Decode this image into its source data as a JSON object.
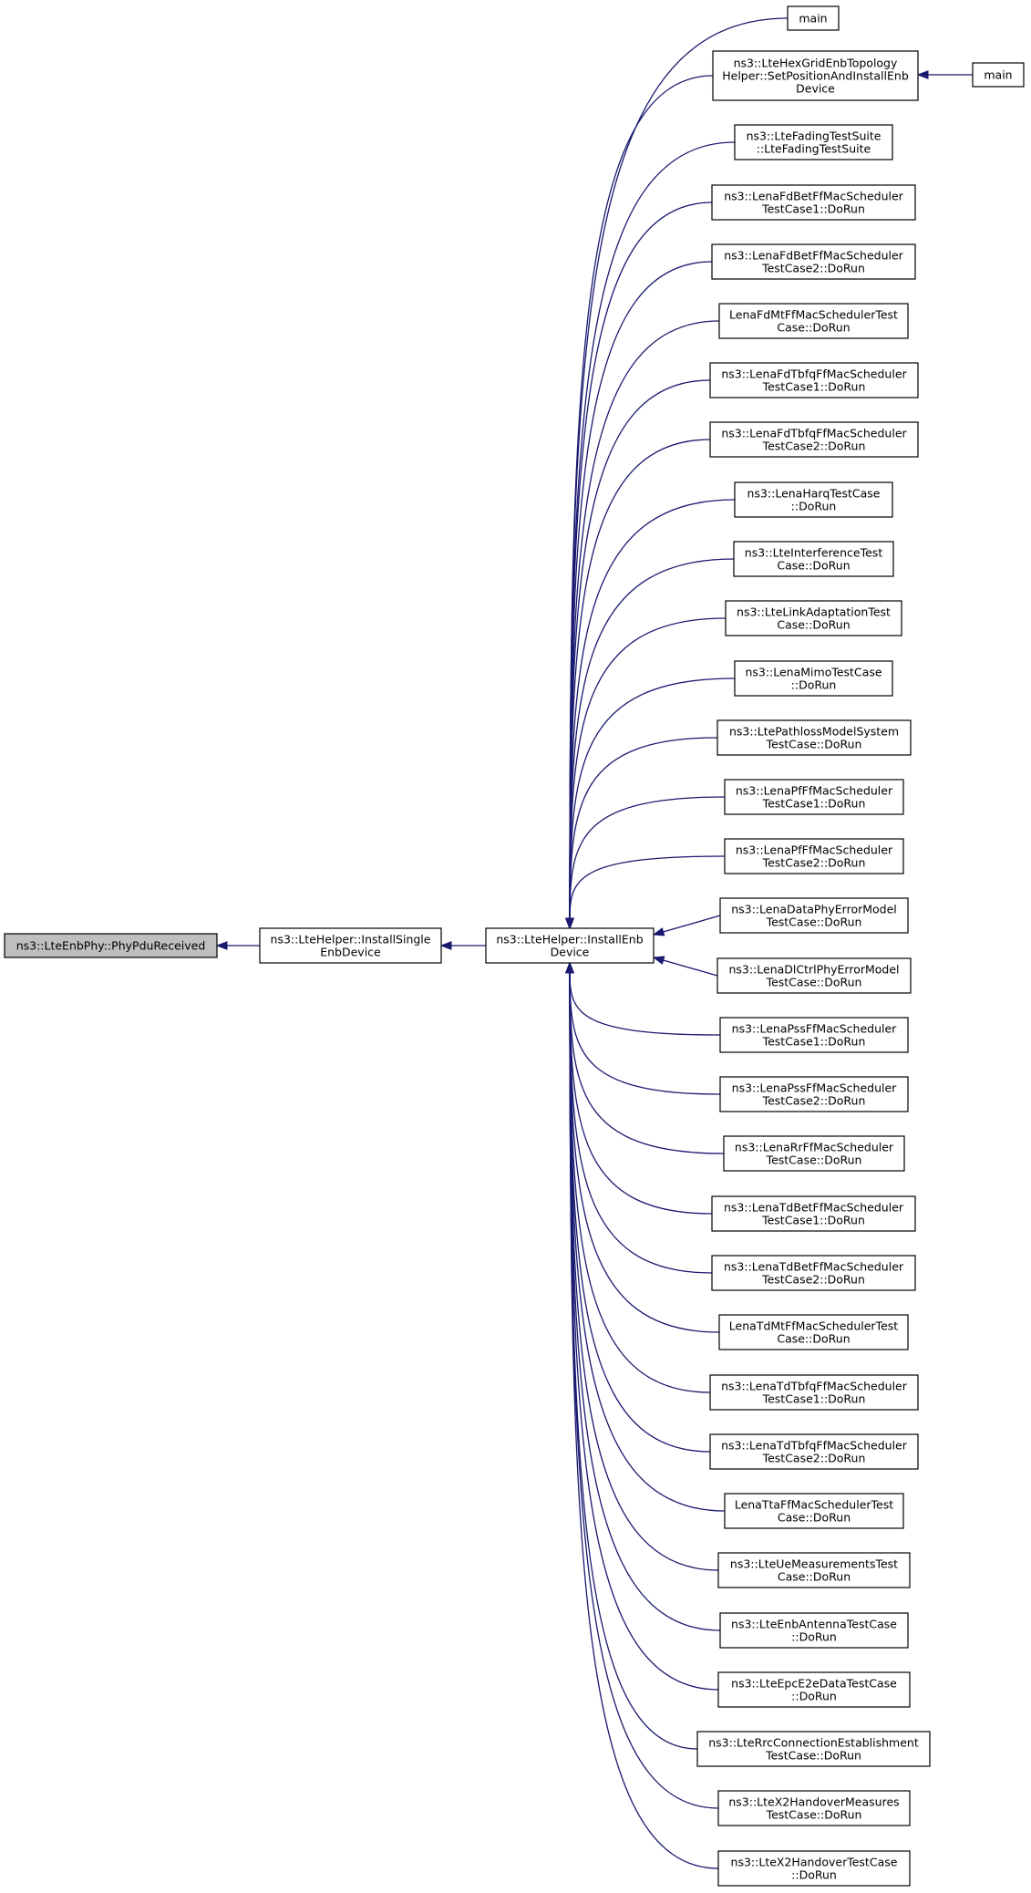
{
  "colors": {
    "edge": "#191970",
    "root_fill": "#bfbfbf",
    "node_fill": "#ffffff",
    "border": "#000000"
  },
  "diagram": {
    "root": {
      "id": "root",
      "lines": [
        "ns3::LteEnbPhy::PhyPduReceived"
      ]
    },
    "level1": {
      "id": "single",
      "lines": [
        "ns3::LteHelper::InstallSingle",
        "EnbDevice"
      ]
    },
    "level2": {
      "id": "enb",
      "lines": [
        "ns3::LteHelper::InstallEnb",
        "Device"
      ]
    },
    "callers": [
      {
        "id": "c0",
        "lines": [
          "main"
        ]
      },
      {
        "id": "c1",
        "lines": [
          "ns3::LteHexGridEnbTopology",
          "Helper::SetPositionAndInstallEnb",
          "Device"
        ]
      },
      {
        "id": "c2",
        "lines": [
          "ns3::LteFadingTestSuite",
          "::LteFadingTestSuite"
        ]
      },
      {
        "id": "c3",
        "lines": [
          "ns3::LenaFdBetFfMacScheduler",
          "TestCase1::DoRun"
        ]
      },
      {
        "id": "c4",
        "lines": [
          "ns3::LenaFdBetFfMacScheduler",
          "TestCase2::DoRun"
        ]
      },
      {
        "id": "c5",
        "lines": [
          "LenaFdMtFfMacSchedulerTest",
          "Case::DoRun"
        ]
      },
      {
        "id": "c6",
        "lines": [
          "ns3::LenaFdTbfqFfMacScheduler",
          "TestCase1::DoRun"
        ]
      },
      {
        "id": "c7",
        "lines": [
          "ns3::LenaFdTbfqFfMacScheduler",
          "TestCase2::DoRun"
        ]
      },
      {
        "id": "c8",
        "lines": [
          "ns3::LenaHarqTestCase",
          "::DoRun"
        ]
      },
      {
        "id": "c9",
        "lines": [
          "ns3::LteInterferenceTest",
          "Case::DoRun"
        ]
      },
      {
        "id": "c10",
        "lines": [
          "ns3::LteLinkAdaptationTest",
          "Case::DoRun"
        ]
      },
      {
        "id": "c11",
        "lines": [
          "ns3::LenaMimoTestCase",
          "::DoRun"
        ]
      },
      {
        "id": "c12",
        "lines": [
          "ns3::LtePathlossModelSystem",
          "TestCase::DoRun"
        ]
      },
      {
        "id": "c13",
        "lines": [
          "ns3::LenaPfFfMacScheduler",
          "TestCase1::DoRun"
        ]
      },
      {
        "id": "c14",
        "lines": [
          "ns3::LenaPfFfMacScheduler",
          "TestCase2::DoRun"
        ]
      },
      {
        "id": "c15",
        "lines": [
          "ns3::LenaDataPhyErrorModel",
          "TestCase::DoRun"
        ]
      },
      {
        "id": "c16",
        "lines": [
          "ns3::LenaDlCtrlPhyErrorModel",
          "TestCase::DoRun"
        ]
      },
      {
        "id": "c17",
        "lines": [
          "ns3::LenaPssFfMacScheduler",
          "TestCase1::DoRun"
        ]
      },
      {
        "id": "c18",
        "lines": [
          "ns3::LenaPssFfMacScheduler",
          "TestCase2::DoRun"
        ]
      },
      {
        "id": "c19",
        "lines": [
          "ns3::LenaRrFfMacScheduler",
          "TestCase::DoRun"
        ]
      },
      {
        "id": "c20",
        "lines": [
          "ns3::LenaTdBetFfMacScheduler",
          "TestCase1::DoRun"
        ]
      },
      {
        "id": "c21",
        "lines": [
          "ns3::LenaTdBetFfMacScheduler",
          "TestCase2::DoRun"
        ]
      },
      {
        "id": "c22",
        "lines": [
          "LenaTdMtFfMacSchedulerTest",
          "Case::DoRun"
        ]
      },
      {
        "id": "c23",
        "lines": [
          "ns3::LenaTdTbfqFfMacScheduler",
          "TestCase1::DoRun"
        ]
      },
      {
        "id": "c24",
        "lines": [
          "ns3::LenaTdTbfqFfMacScheduler",
          "TestCase2::DoRun"
        ]
      },
      {
        "id": "c25",
        "lines": [
          "LenaTtaFfMacSchedulerTest",
          "Case::DoRun"
        ]
      },
      {
        "id": "c26",
        "lines": [
          "ns3::LteUeMeasurementsTest",
          "Case::DoRun"
        ]
      },
      {
        "id": "c27",
        "lines": [
          "ns3::LteEnbAntennaTestCase",
          "::DoRun"
        ]
      },
      {
        "id": "c28",
        "lines": [
          "ns3::LteEpcE2eDataTestCase",
          "::DoRun"
        ]
      },
      {
        "id": "c29",
        "lines": [
          "ns3::LteRrcConnectionEstablishment",
          "TestCase::DoRun"
        ]
      },
      {
        "id": "c30",
        "lines": [
          "ns3::LteX2HandoverMeasures",
          "TestCase::DoRun"
        ]
      },
      {
        "id": "c31",
        "lines": [
          "ns3::LteX2HandoverTestCase",
          "::DoRun"
        ]
      }
    ],
    "extra": {
      "id": "c1_main",
      "lines": [
        "main"
      ],
      "calls": "c1"
    }
  }
}
